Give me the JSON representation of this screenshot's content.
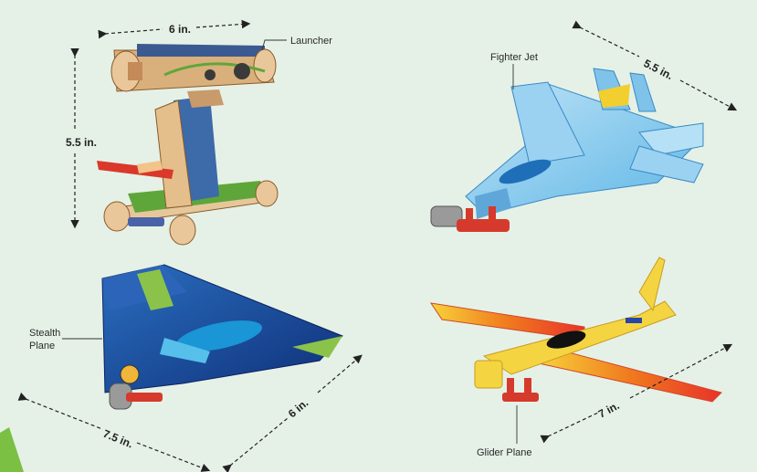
{
  "labels": {
    "launcher": "Launcher",
    "fighter_jet": "Fighter Jet",
    "stealth_plane_line1": "Stealth",
    "stealth_plane_line2": "Plane",
    "glider_plane": "Glider Plane"
  },
  "dimensions": {
    "launcher_width": "6 in.",
    "launcher_height": "5.5 in.",
    "fighter_jet_length": "5.5 in.",
    "stealth_width": "7.5 in.",
    "stealth_depth": "6 in.",
    "glider_span": "7 in."
  },
  "colors": {
    "background": "#e5f1e6",
    "accent_green": "#7bc043"
  }
}
